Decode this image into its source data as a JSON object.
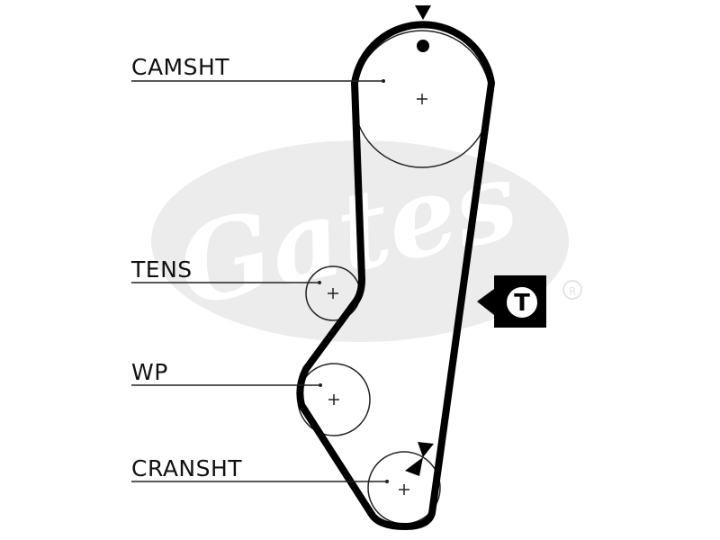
{
  "labels": {
    "camshaft": "CAMSHT",
    "tensioner": "TENS",
    "water_pump": "WP",
    "crankshaft": "CRANSHT"
  },
  "tension_badge": "T",
  "watermark": {
    "brand": "Gates",
    "color": "#ececec"
  },
  "colors": {
    "belt": "#000000",
    "lines": "#222222"
  }
}
